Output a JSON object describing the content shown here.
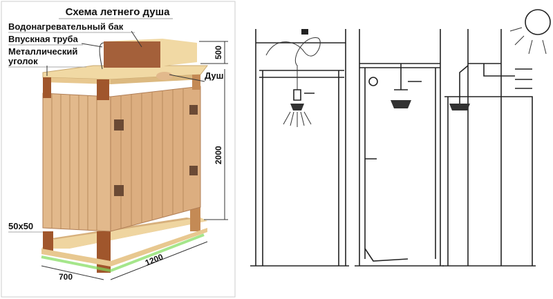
{
  "title": "Схема летнего душа",
  "labels": {
    "tank": "Водонагревательный бак",
    "inlet_pipe": "Впускная труба",
    "corner_line1": "Металлический",
    "corner_line2": "уголок",
    "shower": "Душ",
    "post": "50x50"
  },
  "dimensions": {
    "tank_height": "500",
    "height": "2000",
    "length": "1200",
    "width": "700"
  },
  "colors": {
    "wood_light": "#f1d9a4",
    "wood_panel": "#e2b98c",
    "wood_dark": "#a0562c",
    "tank": "#a4603a",
    "grass": "#7fdc5a"
  }
}
